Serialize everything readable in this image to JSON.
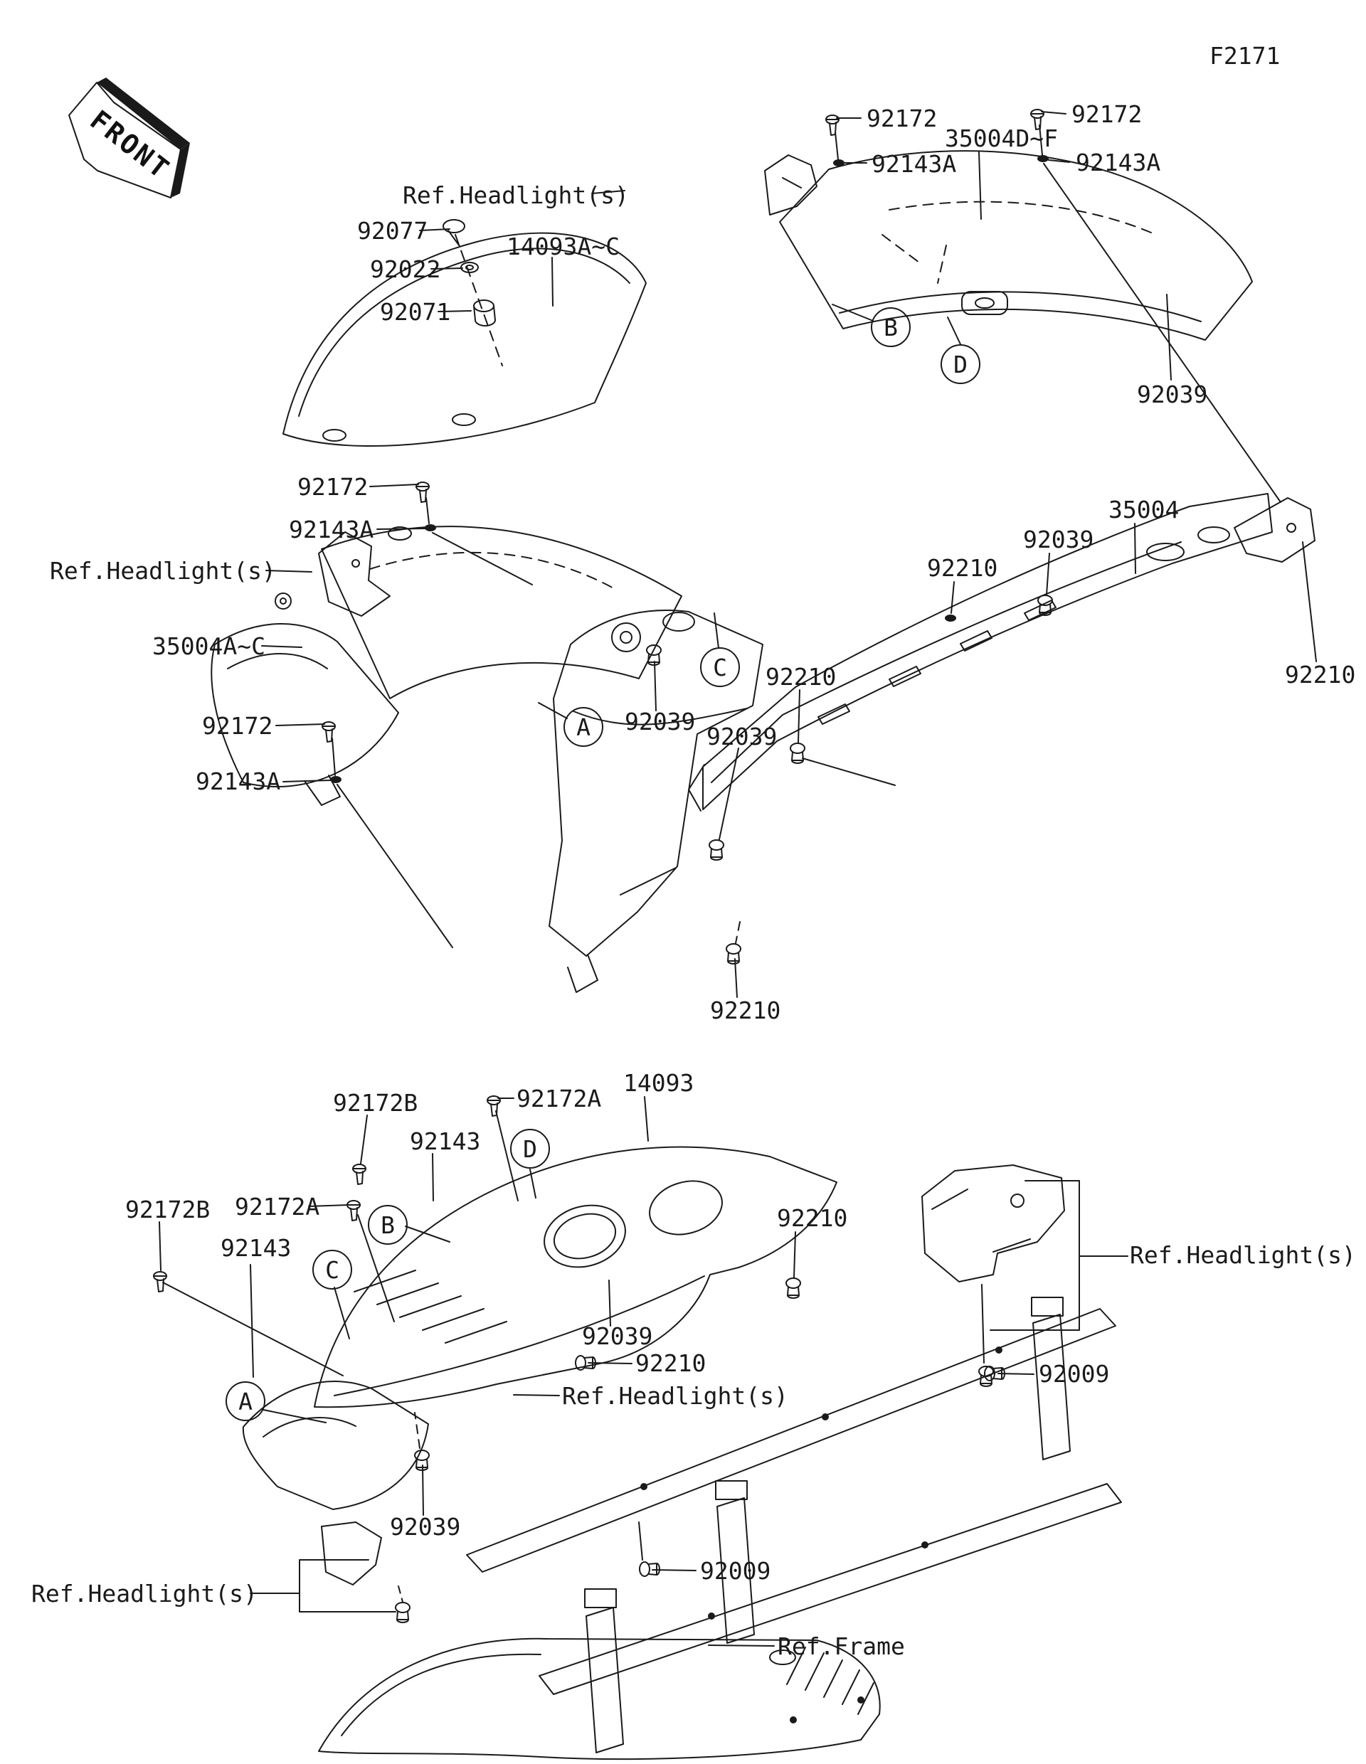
{
  "page": {
    "code": "F2171",
    "front_arrow_text": "FRONT"
  },
  "top_section": {
    "labels": {
      "l1": "92172",
      "l2": "92143A",
      "l3": "35004D~F",
      "l4": "92172",
      "l5": "92143A",
      "l6": "92039",
      "l7": "Ref.Headlight(s)",
      "l8": "92077",
      "l9": "92022",
      "l10": "92071",
      "l11": "14093A~C",
      "l12": "92172",
      "l13": "92143A",
      "l14": "Ref.Headlight(s)",
      "l15": "35004A~C",
      "l16": "92172",
      "l17": "92143A",
      "l18": "92039",
      "l19": "92210",
      "l20": "92039",
      "l21": "92210",
      "l22": "92039",
      "l23": "35004",
      "l24": "92210",
      "l25": "92210"
    },
    "callouts": {
      "a": "A",
      "b": "B",
      "c": "C",
      "d": "D"
    }
  },
  "bottom_section": {
    "labels": {
      "l1": "92172B",
      "l2": "92143",
      "l3": "92172A",
      "l4": "14093",
      "l5": "92172B",
      "l6": "92172A",
      "l7": "92143",
      "l8": "92210",
      "l9": "Ref.Headlight(s)",
      "l10": "92039",
      "l11": "92210",
      "l12": "Ref.Headlight(s)",
      "l13": "92039",
      "l14": "92009",
      "l15": "92009",
      "l16": "Ref.Frame",
      "l17": "Ref.Headlight(s)"
    },
    "callouts": {
      "a": "A",
      "b": "B",
      "c": "C",
      "d": "D"
    }
  }
}
